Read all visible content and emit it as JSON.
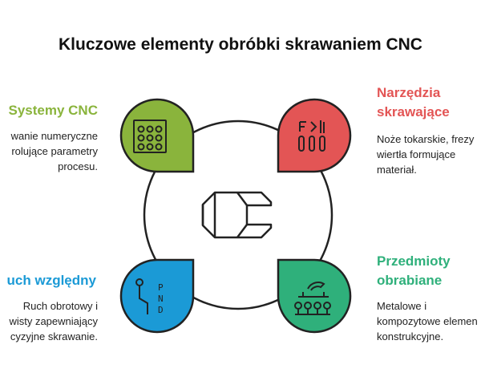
{
  "title": "Kluczowe elementy obróbki skrawaniem CNC",
  "colors": {
    "green": "#8ab43c",
    "red": "#e35555",
    "blue": "#1b9ad6",
    "teal": "#2fb07b",
    "ring": "#222222"
  },
  "center": {
    "icon": "c-clamp-icon"
  },
  "items": [
    {
      "label": "Systemy CNC",
      "icon": "control-panel-icon",
      "desc": [
        "wanie numeryczne",
        "rolujące parametry",
        "procesu."
      ]
    },
    {
      "label_lines": [
        "Narzędzia",
        "skrawające"
      ],
      "icon": "cutting-tools-icon",
      "desc": [
        "Noże tokarskie, frezy",
        "wiertła formujące",
        "materiał."
      ]
    },
    {
      "label": "uch względny",
      "icon": "gear-shift-icon",
      "desc": [
        "Ruch obrotowy i",
        "wisty zapewniający",
        "cyzyjne skrawanie."
      ]
    },
    {
      "label_lines": [
        "Przedmioty",
        "obrabiane"
      ],
      "icon": "workpieces-icon",
      "desc": [
        "Metalowe i",
        "kompozytowe elemen",
        "konstrukcyjne."
      ]
    }
  ]
}
